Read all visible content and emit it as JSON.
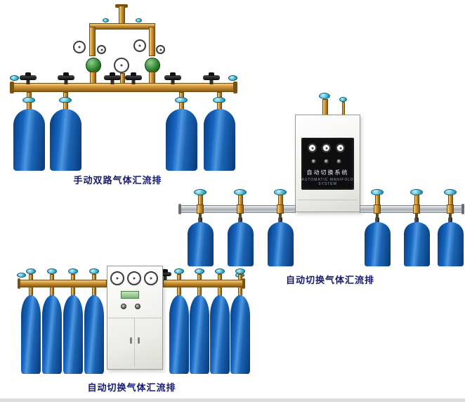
{
  "page": {
    "background": "#ffffff"
  },
  "colors": {
    "caption_text": "#151a70",
    "brass": "#cf973a",
    "cylinder_blue": "#1565c0",
    "valve_teal": "#46b8d2",
    "manifold_silver": "#a8adb3",
    "cabinet_white": "#ecece8"
  },
  "illustrations": [
    {
      "name": "manual-dual-manifold",
      "caption": "手动双路气体汇流排",
      "cylinder_count": 4,
      "gauge_count": 5,
      "handwheel_count": 6
    },
    {
      "name": "auto-changeover-wall-manifold",
      "caption": "自动切换气体汇流排",
      "cylinder_count": 6,
      "cabinet": {
        "label_line1": "自动切换系统",
        "label_line2": "AUTOMATIC MANIFOLD SYSTEM",
        "panel_gauge_count": 3
      }
    },
    {
      "name": "auto-changeover-cabinet-manifold",
      "caption": "自动切换气体汇流排",
      "cylinder_count": 8,
      "cabinet": {
        "gauge_count": 3
      }
    }
  ]
}
